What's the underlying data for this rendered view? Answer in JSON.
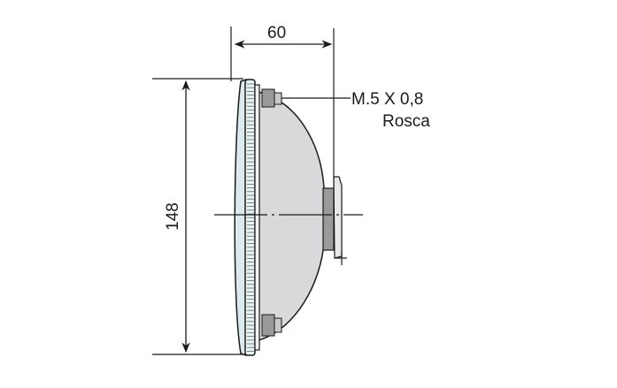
{
  "dimensions": {
    "depth": "60",
    "diameter": "148"
  },
  "thread_label": {
    "spec": "M.5 X 0,8",
    "type": "Rosca"
  },
  "colors": {
    "line": "#1a1a1a",
    "lens": "#dce9ee",
    "reflector": "#d9d9db",
    "hardware": "#9a9a9a"
  }
}
